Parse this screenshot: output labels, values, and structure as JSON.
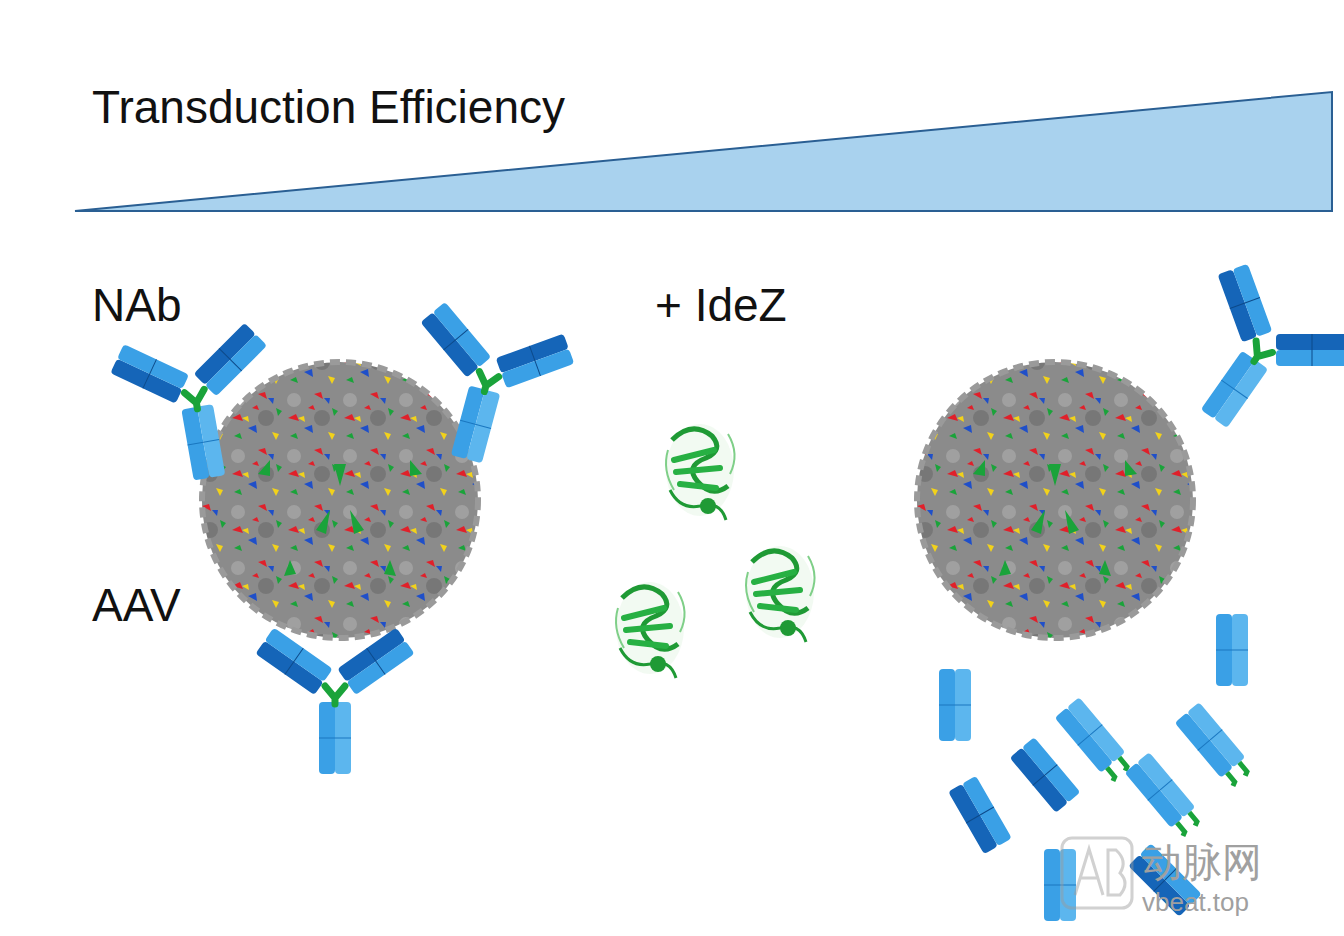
{
  "diagram": {
    "title": "Transduction Efficiency",
    "labels": [
      "NAb",
      "+ IdeZ",
      "AAV",
      "动脉网",
      "vbeat.top"
    ]
  }
}
